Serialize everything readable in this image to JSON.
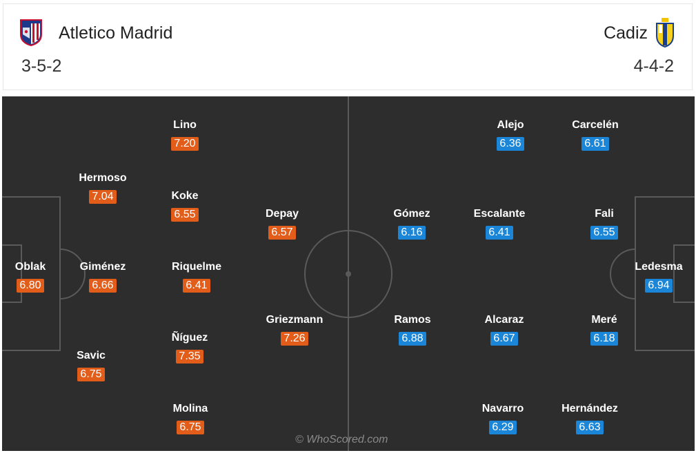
{
  "home": {
    "name": "Atletico Madrid",
    "formation": "3-5-2",
    "crest_icon": "atletico-crest-icon",
    "color": "#e35d1a",
    "players": [
      {
        "name": "Oblak",
        "rating": "6.80"
      },
      {
        "name": "Hermoso",
        "rating": "7.04"
      },
      {
        "name": "Giménez",
        "rating": "6.66"
      },
      {
        "name": "Savic",
        "rating": "6.75"
      },
      {
        "name": "Lino",
        "rating": "7.20"
      },
      {
        "name": "Koke",
        "rating": "6.55"
      },
      {
        "name": "Riquelme",
        "rating": "6.41"
      },
      {
        "name": "Ñíguez",
        "rating": "7.35"
      },
      {
        "name": "Molina",
        "rating": "6.75"
      },
      {
        "name": "Depay",
        "rating": "6.57"
      },
      {
        "name": "Griezmann",
        "rating": "7.26"
      }
    ]
  },
  "away": {
    "name": "Cadiz",
    "formation": "4-4-2",
    "crest_icon": "cadiz-crest-icon",
    "color": "#1b86d8",
    "players": [
      {
        "name": "Gómez",
        "rating": "6.16"
      },
      {
        "name": "Ramos",
        "rating": "6.88"
      },
      {
        "name": "Alejo",
        "rating": "6.36"
      },
      {
        "name": "Escalante",
        "rating": "6.41"
      },
      {
        "name": "Alcaraz",
        "rating": "6.67"
      },
      {
        "name": "Navarro",
        "rating": "6.29"
      },
      {
        "name": "Carcelén",
        "rating": "6.61"
      },
      {
        "name": "Fali",
        "rating": "6.55"
      },
      {
        "name": "Meré",
        "rating": "6.18"
      },
      {
        "name": "Hernández",
        "rating": "6.63"
      },
      {
        "name": "Ledesma",
        "rating": "6.94"
      }
    ]
  },
  "pitch": {
    "background": "#2d2d2d",
    "line_color": "#5a5a5a"
  },
  "watermark": "© WhoScored.com"
}
